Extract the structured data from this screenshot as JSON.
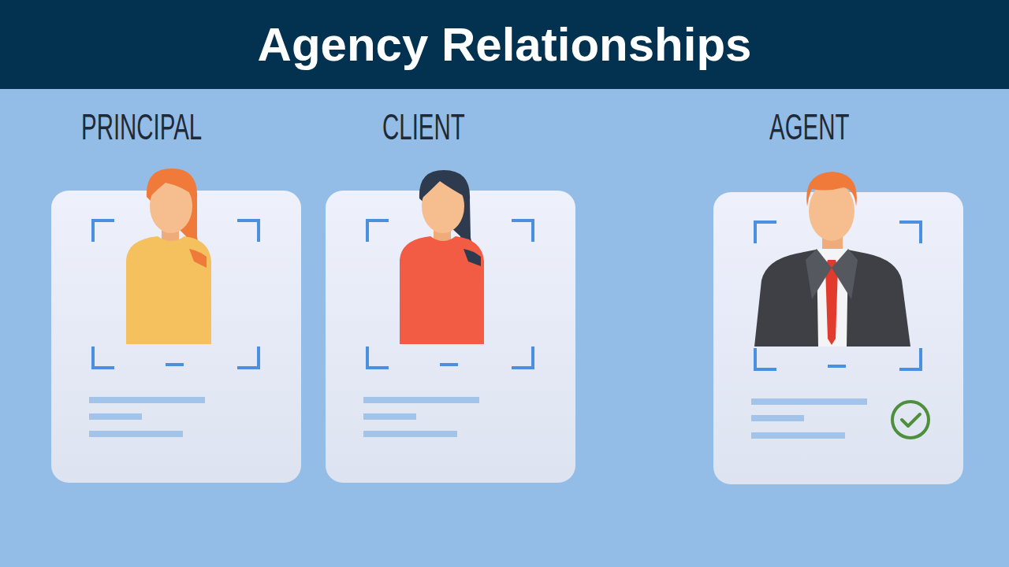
{
  "diagram": {
    "title": "Agency Relationships",
    "nodes": [
      {
        "text": [
          "PRINCIPAL"
        ]
      },
      {
        "text": [
          "CLIENT"
        ]
      },
      {
        "text": [
          "AGENT"
        ]
      }
    ]
  }
}
